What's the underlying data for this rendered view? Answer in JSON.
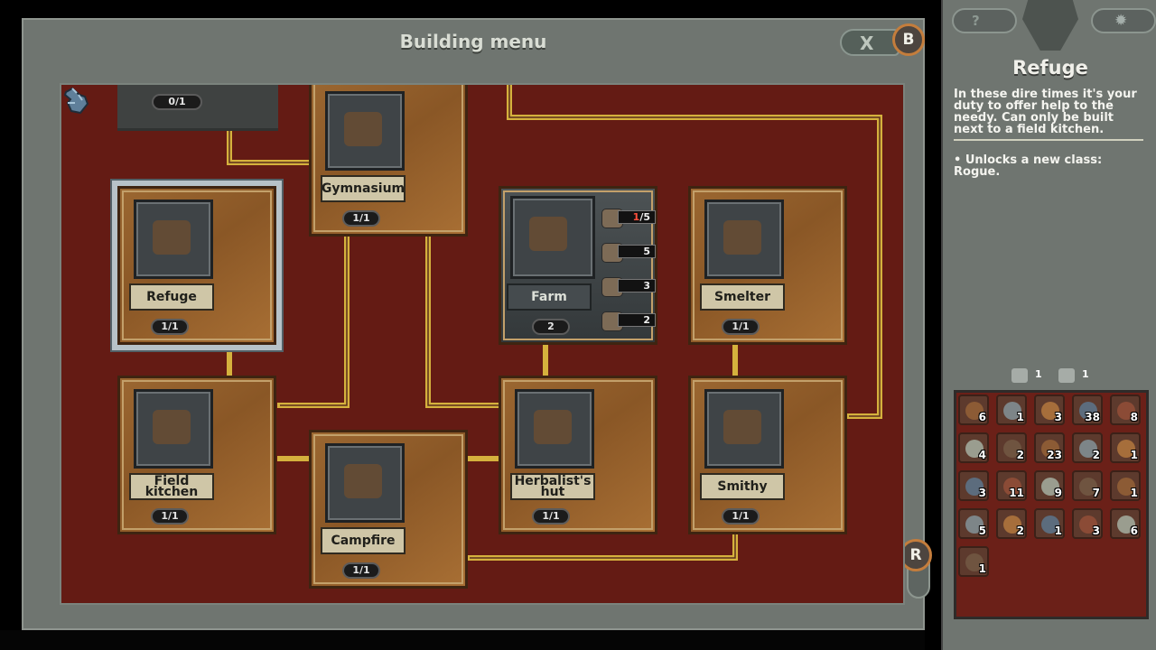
{
  "window": {
    "title": "Building menu",
    "close_label": "X",
    "close_key": "B",
    "scroll_key": "R"
  },
  "board": {
    "top_partial_count": "0/1",
    "cards": [
      {
        "key": "gymnasium",
        "label": "Gymnasium",
        "count": "1/1",
        "icon": "gymnasium-building-icon"
      },
      {
        "key": "refuge",
        "label": "Refuge",
        "count": "1/1",
        "icon": "refuge-building-icon",
        "selected": true
      },
      {
        "key": "farm",
        "label": "Farm",
        "count": "2",
        "icon": "farm-building-icon"
      },
      {
        "key": "smelter",
        "label": "Smelter",
        "count": "1/1",
        "icon": "smelter-building-icon"
      },
      {
        "key": "field_kitchen",
        "label": "Field\nkitchen",
        "count": "1/1",
        "icon": "field-kitchen-building-icon"
      },
      {
        "key": "campfire",
        "label": "Campfire",
        "count": "1/1",
        "icon": "campfire-building-icon"
      },
      {
        "key": "herbalists_hut",
        "label": "Herbalist's\nhut",
        "count": "1/1",
        "icon": "herbalists-hut-building-icon"
      },
      {
        "key": "smithy",
        "label": "Smithy",
        "count": "1/1",
        "icon": "smithy-building-icon"
      }
    ],
    "farm_resources": [
      {
        "icon": "wood-resource-icon",
        "required": "1",
        "total": "/5"
      },
      {
        "icon": "stone-resource-icon",
        "value": "5"
      },
      {
        "icon": "orb-resource-icon",
        "value": "3"
      },
      {
        "icon": "food-resource-icon",
        "value": "2"
      }
    ]
  },
  "side_panel": {
    "title": "Refuge",
    "description": "In these dire times it's your duty to offer help to the needy. Can only be built next to a field kitchen.",
    "unlock": "• Unlocks a new class: Rogue.",
    "mini_stats": [
      "1",
      "1"
    ],
    "inventory": [
      "6",
      "1",
      "3",
      "38",
      "8",
      "4",
      "2",
      "23",
      "2",
      "1",
      "3",
      "11",
      "9",
      "7",
      "1",
      "5",
      "2",
      "1",
      "3",
      "6",
      "1"
    ]
  },
  "colors": {
    "board_bg": "#641b14",
    "path_gold": "#d5b13d",
    "panel_bg": "#6f7570"
  }
}
